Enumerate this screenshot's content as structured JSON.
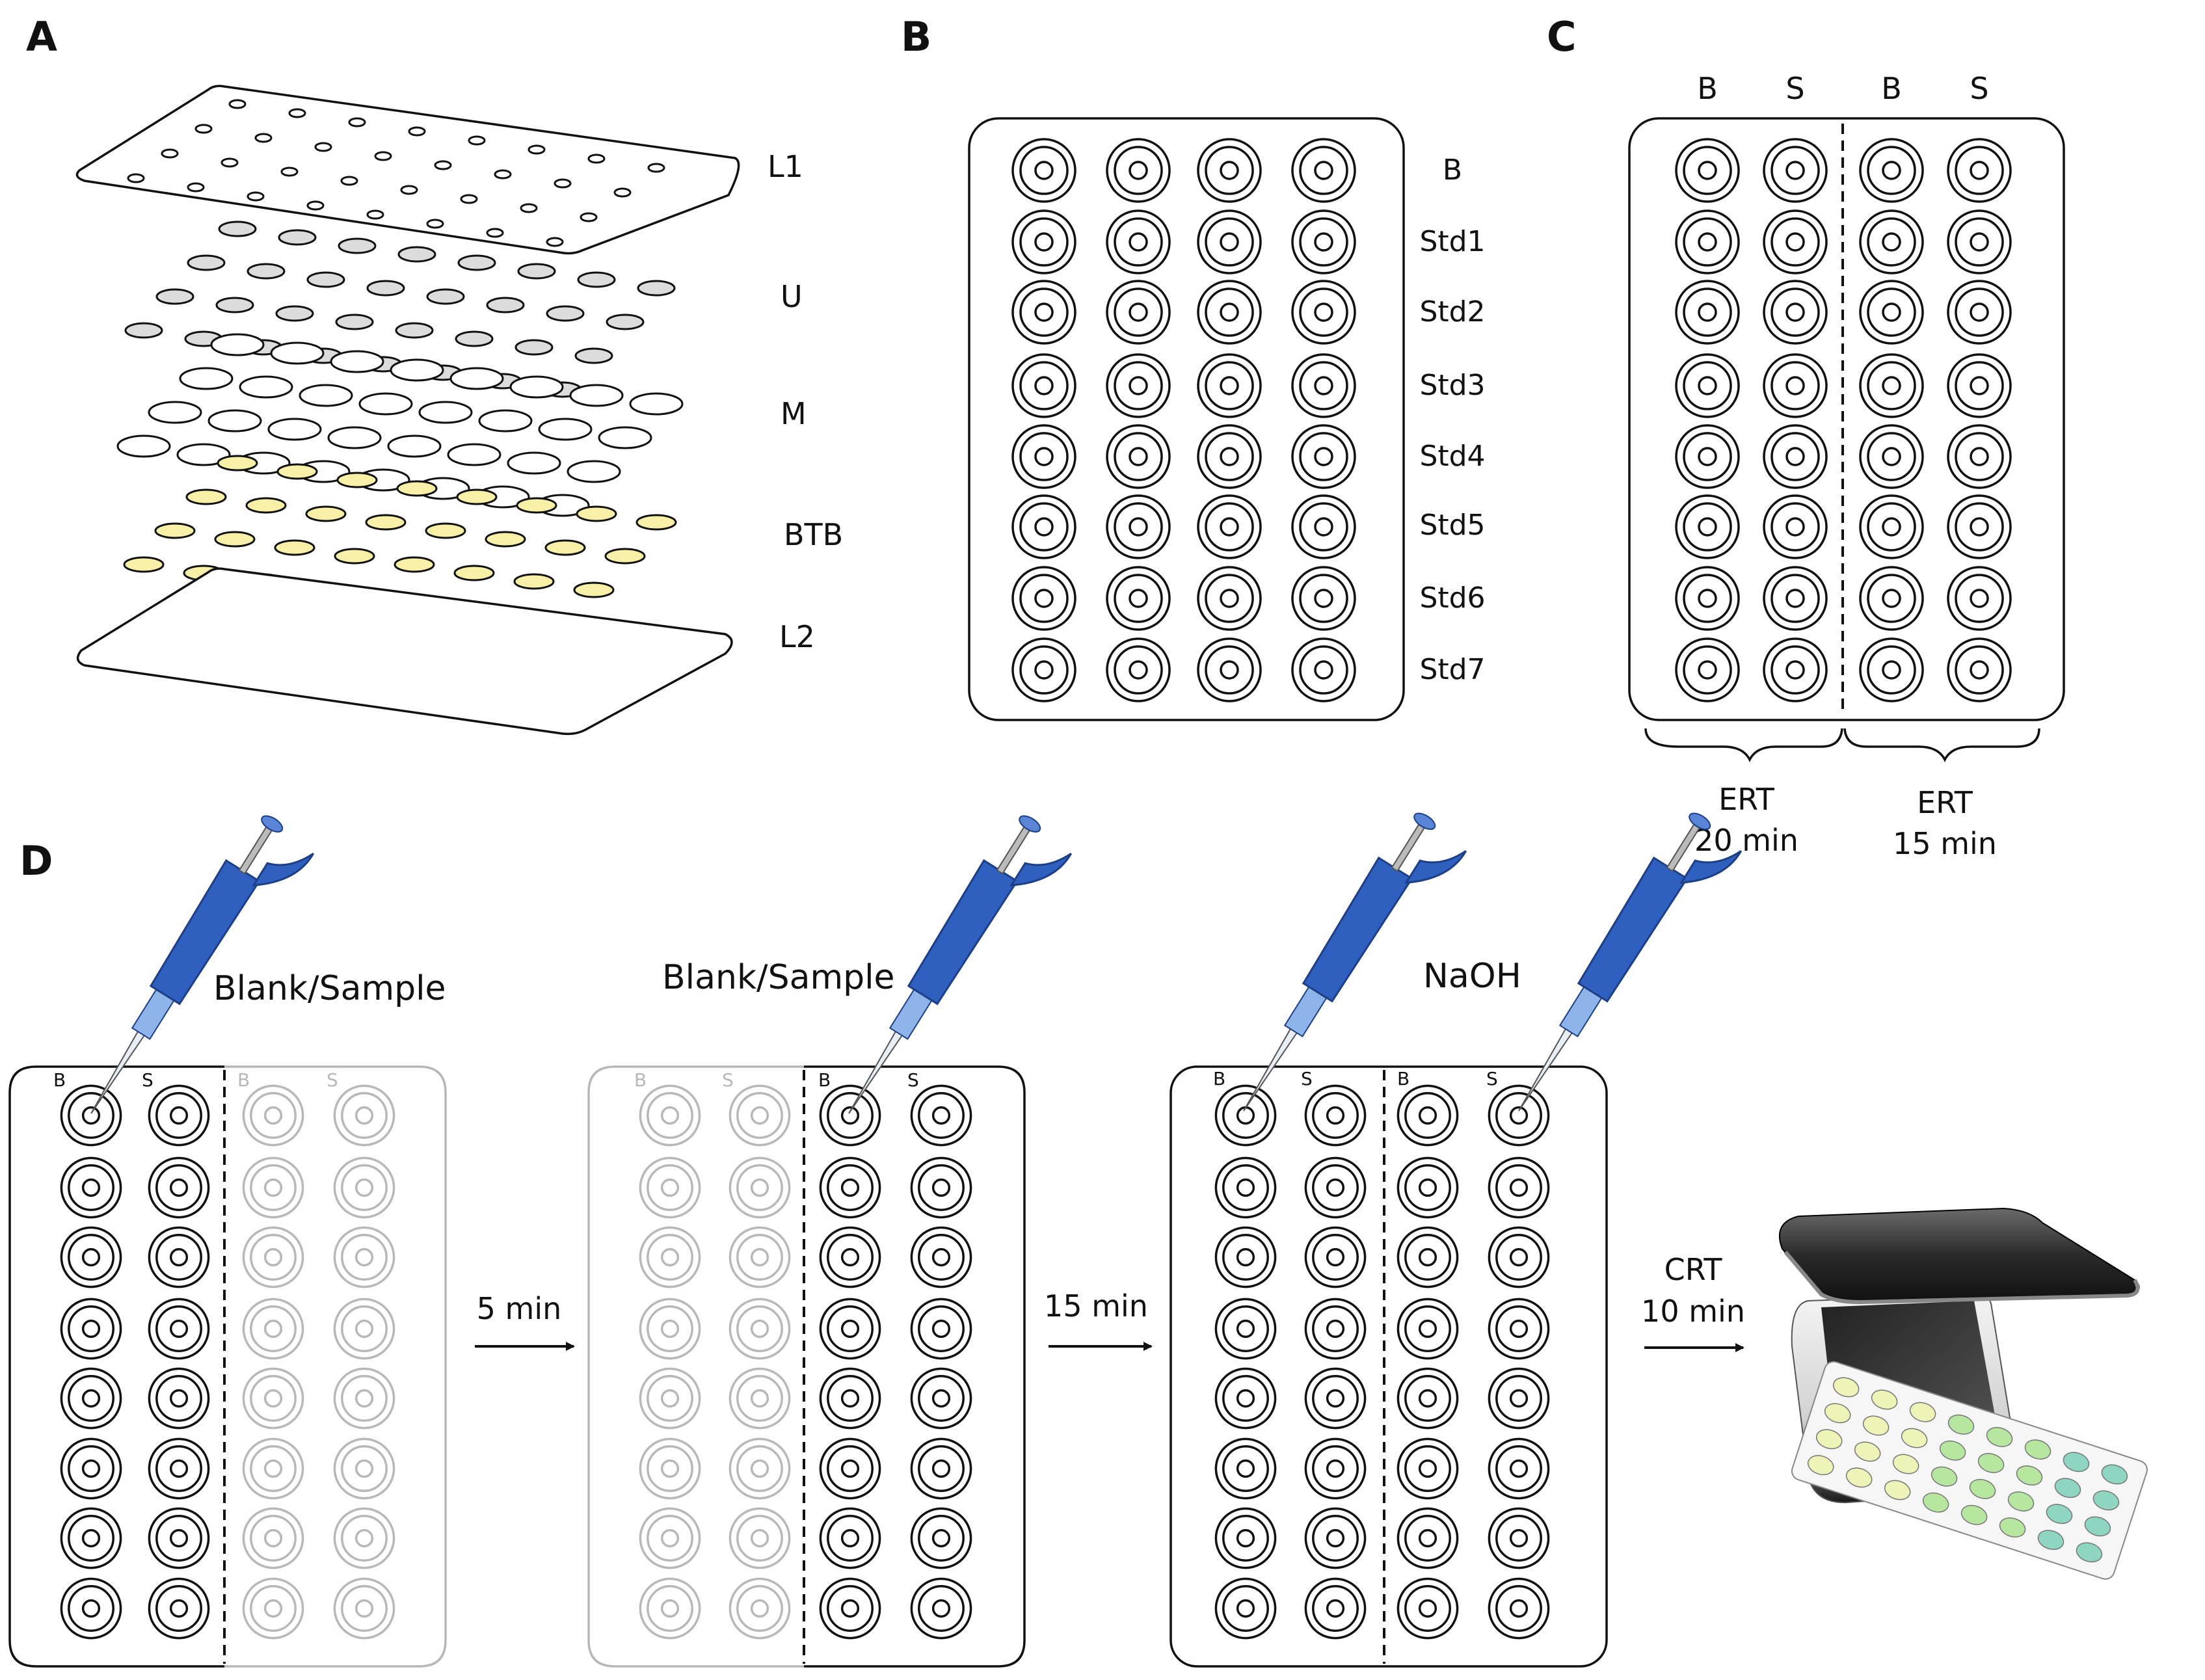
{
  "panels": {
    "a": "A",
    "b": "B",
    "c": "C",
    "d": "D"
  },
  "panel_a": {
    "layers": [
      "L1",
      "U",
      "M",
      "BTB",
      "L2"
    ],
    "colors": {
      "u_fill": "#dcdcdc",
      "btb_fill": "#f7f0a6"
    }
  },
  "panel_b": {
    "rows": [
      "B",
      "Std1",
      "Std2",
      "Std3",
      "Std4",
      "Std5",
      "Std6",
      "Std7"
    ]
  },
  "panel_c": {
    "columns": [
      "B",
      "S",
      "B",
      "S"
    ],
    "groups": [
      {
        "line1": "ERT",
        "line2": "20 min"
      },
      {
        "line1": "ERT",
        "line2": "15 min"
      }
    ]
  },
  "panel_d": {
    "step1": {
      "label": "Blank/Sample",
      "cols": [
        "B",
        "S",
        "B",
        "S"
      ]
    },
    "arrow1": "5 min",
    "step2": {
      "label": "Blank/Sample",
      "cols": [
        "B",
        "S",
        "B",
        "S"
      ]
    },
    "arrow2": "15 min",
    "step3": {
      "label": "NaOH",
      "cols": [
        "B",
        "S",
        "B",
        "S"
      ]
    },
    "arrow3": {
      "line1": "CRT",
      "line2": "10 min"
    }
  },
  "colors": {
    "pipette_blue": "#2f5fbf",
    "faded": "#b8b8b8",
    "teal_well": "#8fd6c2",
    "green_well": "#b7e6a0",
    "yellow_well": "#eef3b8"
  }
}
